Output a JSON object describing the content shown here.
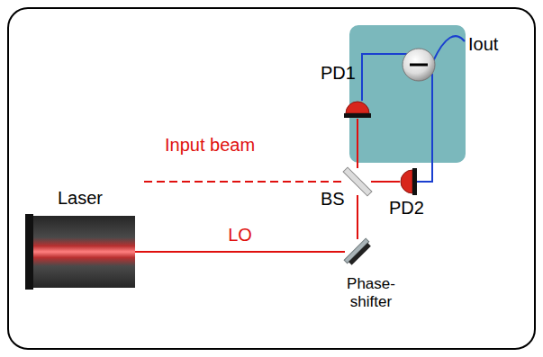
{
  "diagram": {
    "nodes": [
      {
        "text": [
          "Laser"
        ]
      },
      {
        "text": [
          "Phase- shifter"
        ]
      },
      {
        "text": [
          "BS"
        ]
      },
      {
        "text": [
          "PD1"
        ]
      },
      {
        "text": [
          "PD2"
        ]
      }
    ],
    "edges": [
      {
        "from": 0,
        "to": 1,
        "arrow": "none",
        "label": "LO"
      },
      {
        "from": 1,
        "to": 2,
        "arrow": "none"
      },
      {
        "from": 2,
        "to": 3,
        "arrow": "none"
      },
      {
        "from": 2,
        "to": 4,
        "arrow": "none"
      }
    ],
    "labels": [
      "Input beam",
      "Iout"
    ]
  }
}
